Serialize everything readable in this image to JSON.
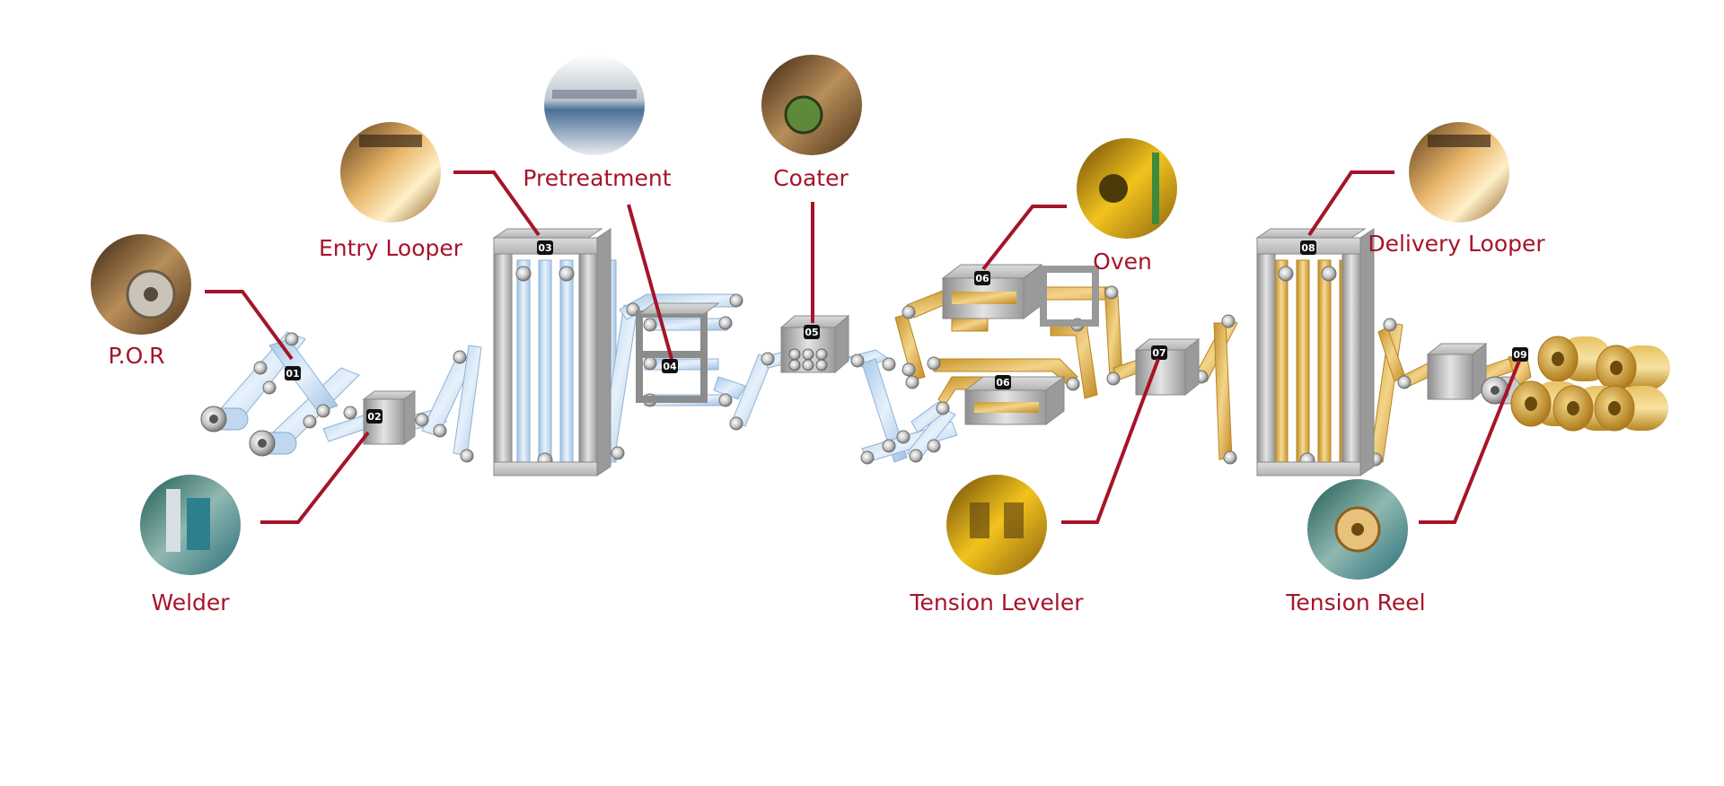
{
  "stations": [
    {
      "id": "por",
      "number": "01",
      "label": "P.O.R",
      "icon": "uncoiler-photo-icon"
    },
    {
      "id": "welder",
      "number": "02",
      "label": "Welder",
      "icon": "welder-photo-icon"
    },
    {
      "id": "entry-looper",
      "number": "03",
      "label": "Entry Looper",
      "icon": "looper-photo-icon"
    },
    {
      "id": "pretreatment",
      "number": "04",
      "label": "Pretreatment",
      "icon": "pretreatment-photo-icon"
    },
    {
      "id": "coater",
      "number": "05",
      "label": "Coater",
      "icon": "coater-photo-icon"
    },
    {
      "id": "oven",
      "number": "06",
      "label": "Oven",
      "icon": "oven-photo-icon"
    },
    {
      "id": "tension-leveler",
      "number": "07",
      "label": "Tension Leveler",
      "icon": "leveler-photo-icon"
    },
    {
      "id": "delivery-looper",
      "number": "08",
      "label": "Delivery Looper",
      "icon": "looper-photo-icon"
    },
    {
      "id": "tension-reel",
      "number": "09",
      "label": "Tension Reel",
      "icon": "reel-photo-icon"
    }
  ],
  "oven_second_number": "06",
  "colors": {
    "label": "#a5142a",
    "strip_uncoated": "#b9d6ee",
    "strip_coated": "#d9ab3c",
    "machine": "#a9a9a9",
    "coil": "#d1a23a"
  }
}
